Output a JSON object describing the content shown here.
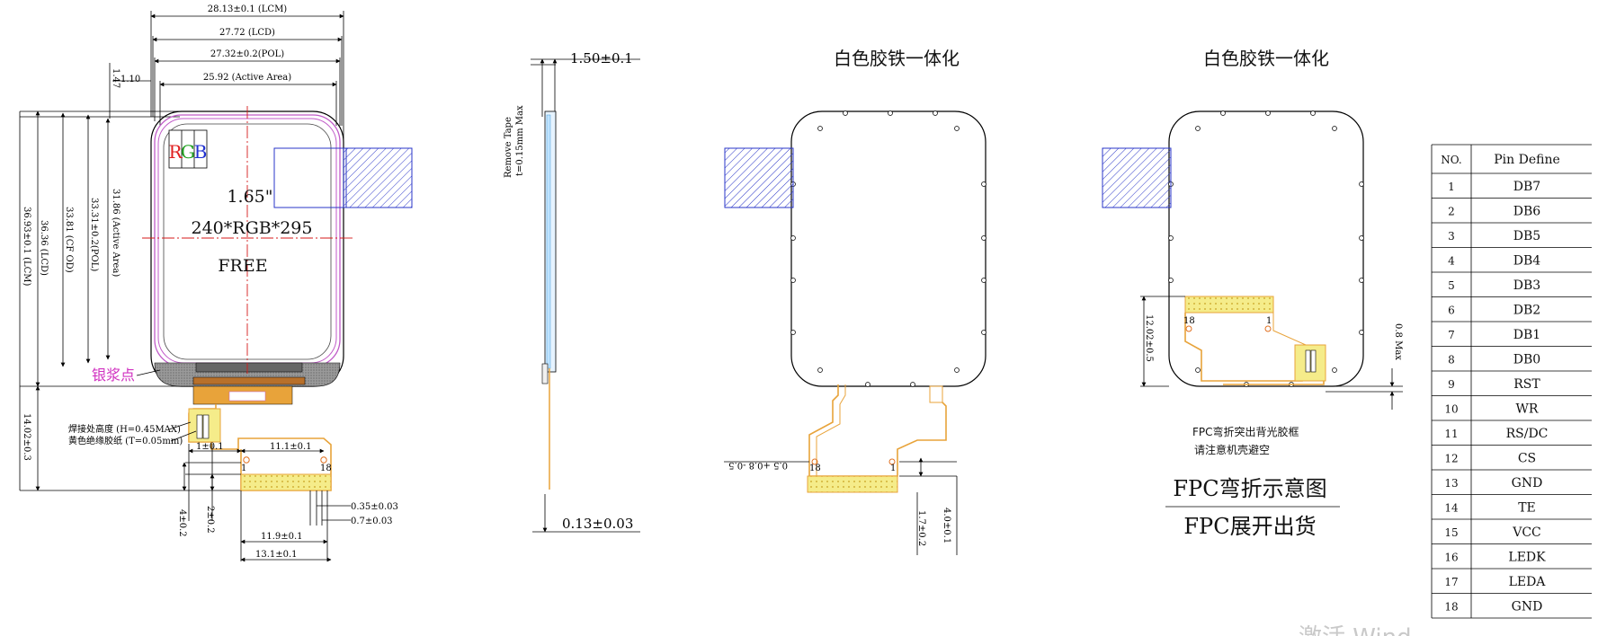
{
  "front_view": {
    "dims_top": [
      "28.13±0.1 (LCM)",
      "27.72 (LCD)",
      "27.32±0.2(POL)",
      "25.92 (Active Area)"
    ],
    "dim_small_offset": "1.10",
    "dim_small_vert": "1.47",
    "dims_left": [
      "36.93±0.1 (LCM)",
      "36.36 (LCD)",
      "33.81 (CF OD)",
      "33.31±0.2(POL)",
      "31.86 (Active Area)"
    ],
    "rgb": [
      "R",
      "G",
      "B"
    ],
    "size_label": "1.65\"",
    "resolution": "240*RGB*295",
    "free_label": "FREE",
    "silver_point": "银浆点",
    "weld_note": "焊接处高度 (H=0.45MAX)",
    "tape_note": "黄色绝缘胶纸 (T=0.05mm)",
    "dim_fpc_height": "14.02±0.3",
    "dim_1": "1±0.1",
    "dim_11": "11.1±0.1",
    "pin_first": "1",
    "pin_last": "18",
    "dim_4": "4±0.2",
    "dim_2": "2±0.2",
    "dim_035": "0.35±0.03",
    "dim_07": "0.7±0.03",
    "dim_119": "11.9±0.1",
    "dim_131": "13.1±0.1"
  },
  "side_view": {
    "thickness": "1.50±0.1",
    "tape_note_1": "Remove Tape",
    "tape_note_2": "t=0.15mm Max",
    "fpc_thickness": "0.13±0.03"
  },
  "view_3": {
    "title": "白色胶铁一体化",
    "dim_05": "0.5 +0.8 -0.5",
    "pin_first": "18",
    "pin_last": "1",
    "dim_4": "4.0±0.1",
    "dim_17": "1.7±0.2"
  },
  "view_4": {
    "title": "白色胶铁一体化",
    "dim_12": "12.02±0.5",
    "dim_08": "0.8 Max",
    "pin_first": "18",
    "pin_last": "1",
    "note_1": "FPC弯折突出背光胶框",
    "note_2": "请注意机壳避空",
    "caption_1": "FPC弯折示意图",
    "caption_2": "FPC展开出货"
  },
  "pin_table": {
    "headers": [
      "NO.",
      "Pin Define"
    ],
    "rows": [
      [
        "1",
        "DB7"
      ],
      [
        "2",
        "DB6"
      ],
      [
        "3",
        "DB5"
      ],
      [
        "4",
        "DB4"
      ],
      [
        "5",
        "DB3"
      ],
      [
        "6",
        "DB2"
      ],
      [
        "7",
        "DB1"
      ],
      [
        "8",
        "DB0"
      ],
      [
        "9",
        "RST"
      ],
      [
        "10",
        "WR"
      ],
      [
        "11",
        "RS/DC"
      ],
      [
        "12",
        "CS"
      ],
      [
        "13",
        "GND"
      ],
      [
        "14",
        "TE"
      ],
      [
        "15",
        "VCC"
      ],
      [
        "16",
        "LEDK"
      ],
      [
        "17",
        "LEDA"
      ],
      [
        "18",
        "GND"
      ]
    ]
  },
  "watermark": "激活 Wind",
  "colors": {
    "fpc": "#e8a33a",
    "stiffener": "#f5ec8a",
    "pol": "#c05ac8",
    "blue": "#2a36c8",
    "red": "#d61a1a",
    "silver_label": "#d030c0",
    "rgb_r": "#e02020",
    "rgb_g": "#20a020",
    "rgb_b": "#2030d0"
  }
}
